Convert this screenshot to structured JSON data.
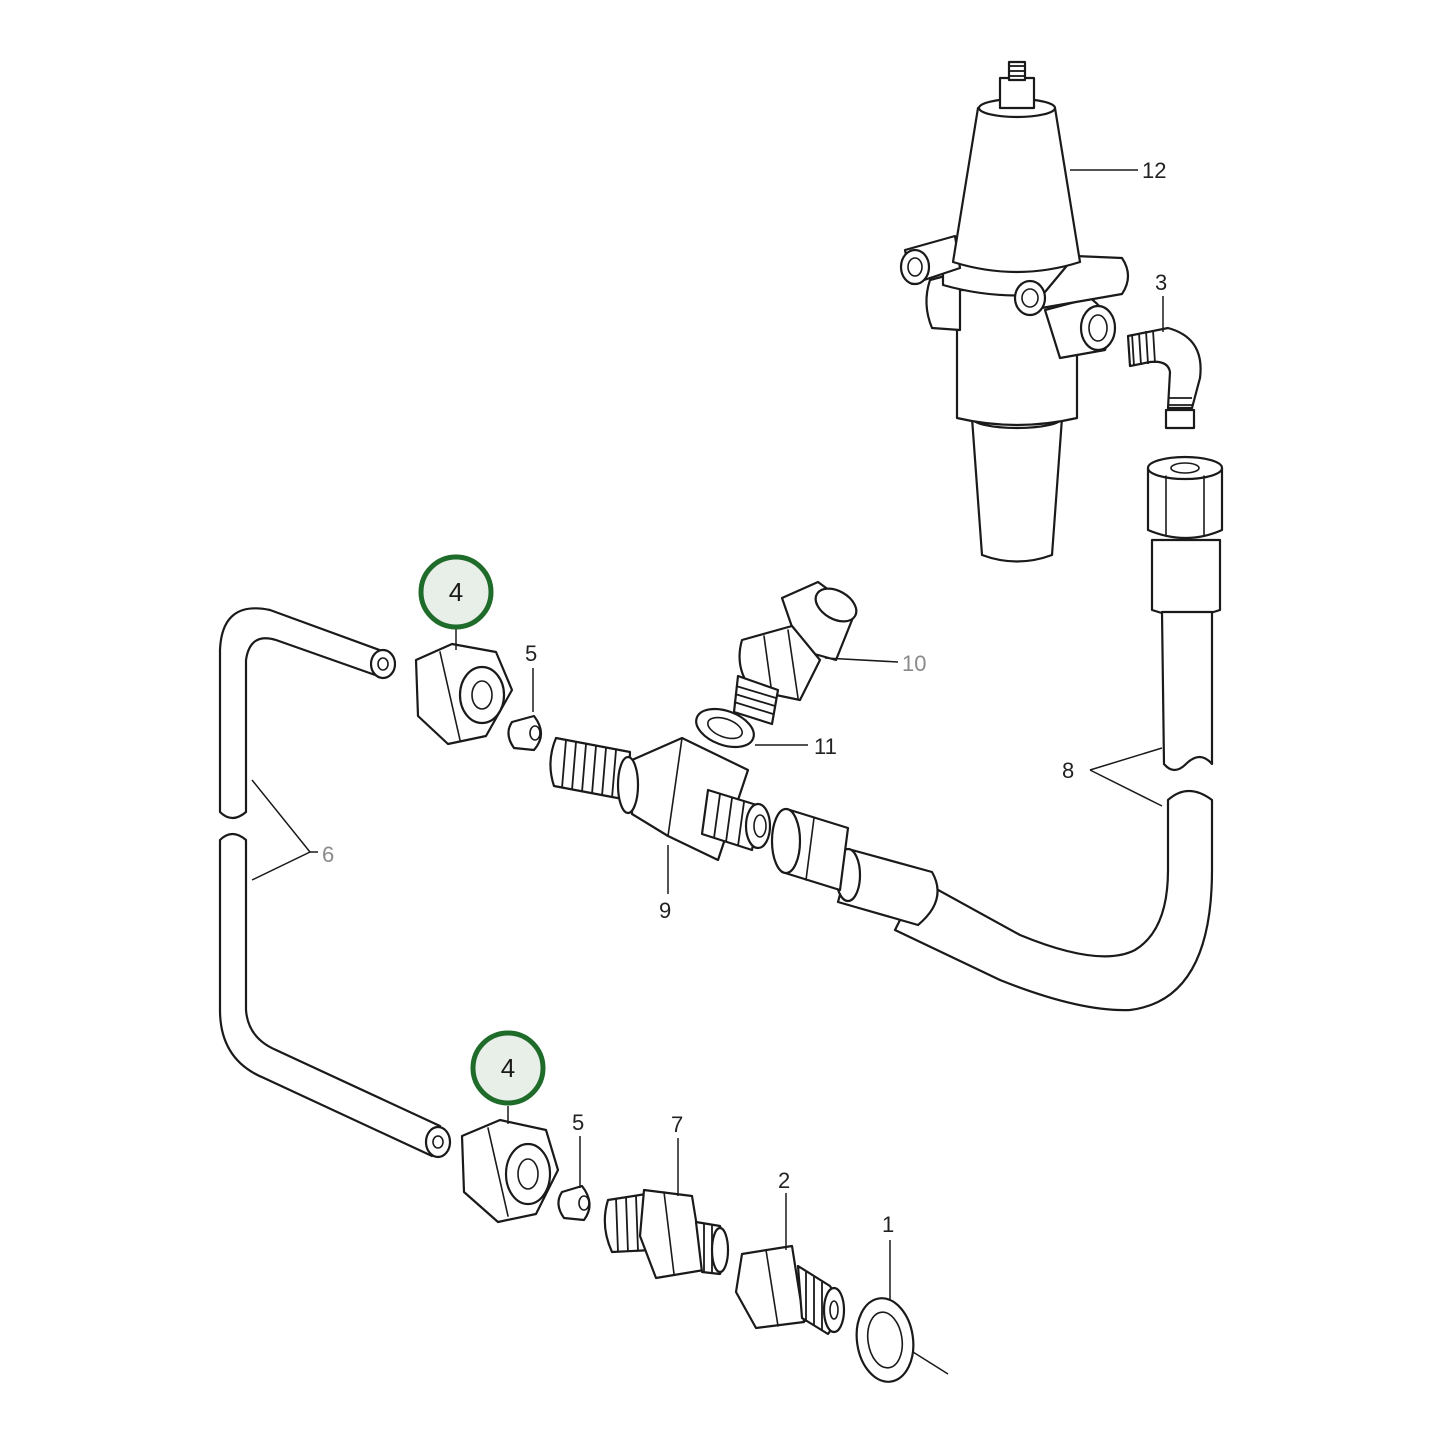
{
  "callouts": {
    "c1": "1",
    "c2": "2",
    "c3": "3",
    "c4_upper": "4",
    "c4_lower": "4",
    "c5_upper": "5",
    "c5_lower": "5",
    "c6": "6",
    "c7": "7",
    "c8": "8",
    "c9": "9",
    "c10": "10",
    "c11": "11",
    "c12": "12"
  },
  "colors": {
    "highlight_ring": "#1f6b2a",
    "line": "#1a1a1a",
    "grey_label": "#8a8a8a"
  }
}
